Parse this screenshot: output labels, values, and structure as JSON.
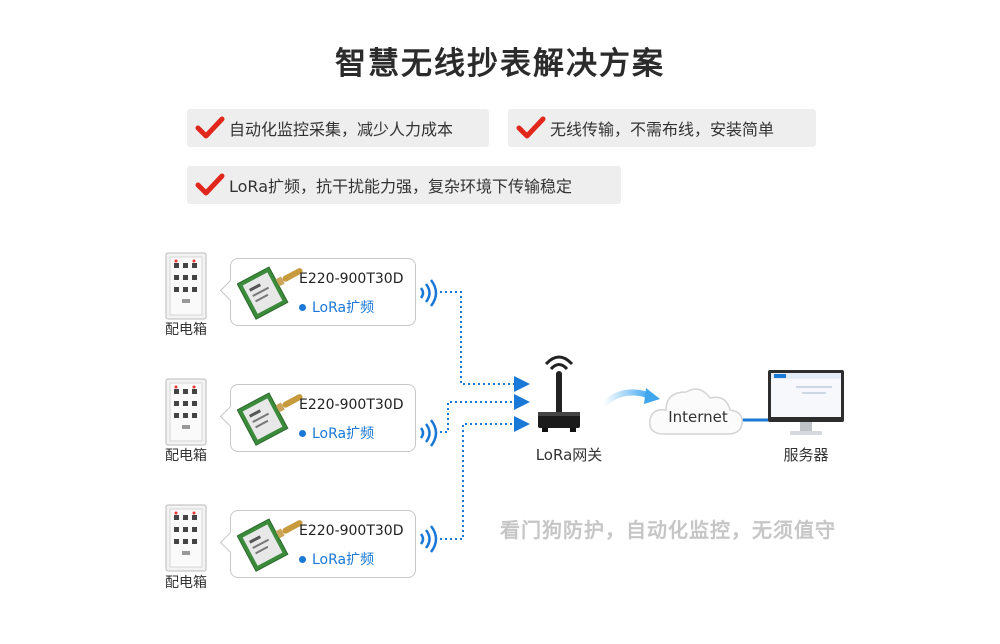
{
  "title": "智慧无线抄表解决方案",
  "features": [
    "自动化监控采集，减少人力成本",
    "无线传输，不需布线，安装简单",
    "LoRa扩频，抗干扰能力强，复杂环境下传输稳定"
  ],
  "nodes": [
    {
      "cabinet_label": "配电箱",
      "model": "E220-900T30D",
      "tag": "LoRa扩频"
    },
    {
      "cabinet_label": "配电箱",
      "model": "E220-900T30D",
      "tag": "LoRa扩频"
    },
    {
      "cabinet_label": "配电箱",
      "model": "E220-900T30D",
      "tag": "LoRa扩频"
    }
  ],
  "gateway_label": "LoRa网关",
  "cloud_label": "Internet",
  "server_label": "服务器",
  "slogan": "看门狗防护，自动化监控，无须值守",
  "colors": {
    "check": "#e1261c",
    "accent": "#1a78d6",
    "feature_bg": "#eeeeee",
    "slogan": "#c6c6c6"
  }
}
